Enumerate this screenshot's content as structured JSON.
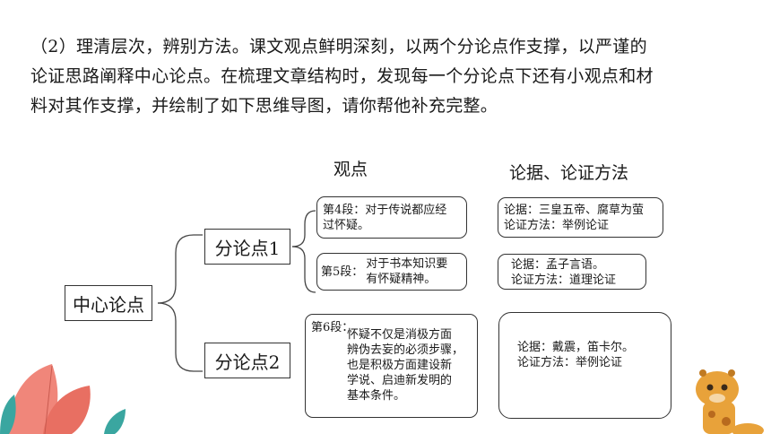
{
  "intro": {
    "lines": [
      "（2）理清层次，辨别方法。课文观点鲜明深刻，以两个分论点作支撑，以严谨的",
      "论证思路阐释中心论点。在梳理文章结构时，发现每一个分论点下还有小观点和材",
      "料对其作支撑，并绘制了如下思维导图，请你帮他补充完整。"
    ]
  },
  "headers": {
    "viewpoint": "观点",
    "evidence": "论据、论证方法"
  },
  "tree": {
    "center": "中心论点",
    "sub1": "分论点1",
    "sub2": "分论点2",
    "para4": {
      "line1": "第4段：对于传说都应经",
      "line2": "过怀疑。"
    },
    "para5": {
      "label": "第5段：",
      "line1": "对于书本知识要",
      "line2": "有怀疑精神。"
    },
    "para6": {
      "label": "第6段：",
      "lines": [
        "怀疑不仅是消极方面",
        "辨伪去妄的必须步骤，",
        "也是积极方面建设新",
        "学说、启迪新发明的",
        "基本条件。"
      ]
    },
    "ev1": {
      "line1": "论据：三皇五帝、腐草为萤",
      "line2": "论证方法：举例论证"
    },
    "ev2": {
      "line1": "论据：孟子言语。",
      "line2": "论证方法：道理论证"
    },
    "ev3": {
      "line1": "论据：戴震，笛卡尔。",
      "line2": "论证方法：举例论证"
    }
  },
  "colors": {
    "leaf_pink": "#f0867a",
    "leaf_teal": "#3aa6a0",
    "giraffe": "#e8a23a"
  }
}
